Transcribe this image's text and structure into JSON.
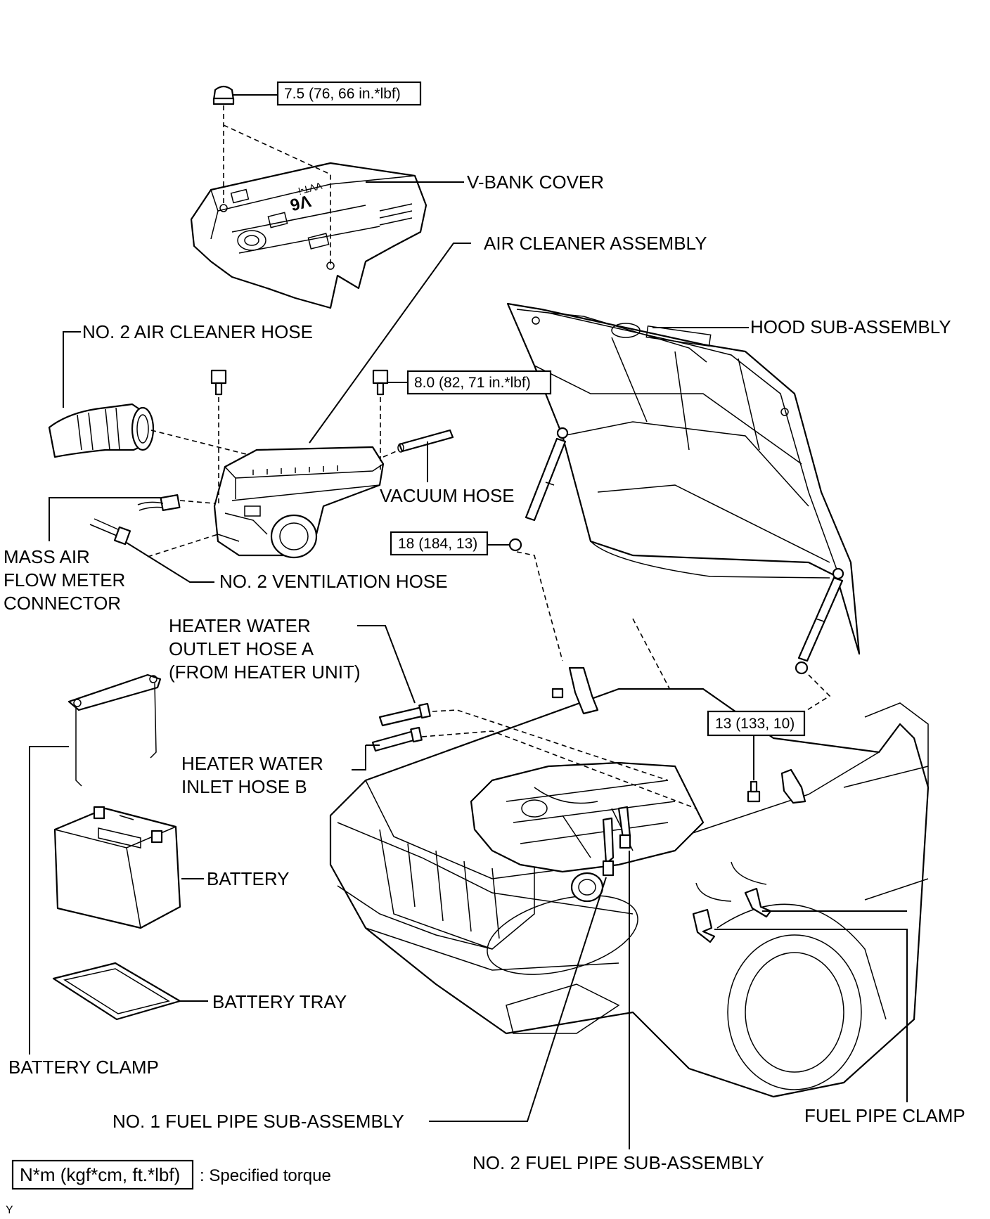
{
  "labels": {
    "v_bank_cover": "V-BANK COVER",
    "air_cleaner_assembly": "AIR CLEANER ASSEMBLY",
    "hood_sub_assembly": "HOOD SUB-ASSEMBLY",
    "no2_air_cleaner_hose": "NO. 2 AIR CLEANER HOSE",
    "vacuum_hose": "VACUUM HOSE",
    "maf_line1": "MASS AIR",
    "maf_line2": "FLOW METER",
    "maf_line3": "CONNECTOR",
    "no2_ventilation_hose": "NO. 2 VENTILATION HOSE",
    "heater_outlet_line1": "HEATER WATER",
    "heater_outlet_line2": "OUTLET HOSE A",
    "heater_outlet_line3": "(FROM HEATER UNIT)",
    "heater_inlet_line1": "HEATER WATER",
    "heater_inlet_line2": "INLET HOSE B",
    "battery": "BATTERY",
    "battery_tray": "BATTERY TRAY",
    "battery_clamp": "BATTERY CLAMP",
    "no1_fuel_pipe": "NO. 1 FUEL PIPE SUB-ASSEMBLY",
    "no2_fuel_pipe": "NO. 2 FUEL PIPE SUB-ASSEMBLY",
    "fuel_pipe_clamp": "FUEL PIPE CLAMP"
  },
  "torques": {
    "t1": "7.5 (76, 66 in.*lbf)",
    "t2": "8.0 (82, 71 in.*lbf)",
    "t3": "18 (184, 13)",
    "t4": "13 (133, 10)"
  },
  "legend": {
    "unit": "N*m (kgf*cm, ft.*lbf)",
    "text": ": Specified torque"
  },
  "cover_text": {
    "v6": "V6",
    "vvti": "VVT-i"
  },
  "figure_code": "Y"
}
